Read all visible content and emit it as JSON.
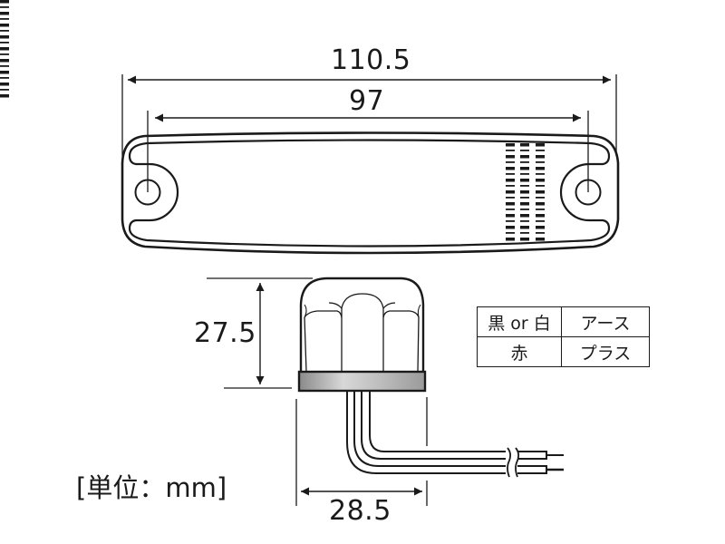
{
  "diagram": {
    "type": "dimension-drawing",
    "subject": "LED marker lamp",
    "dimensions": {
      "overall_width": "110.5",
      "mounting_hole_pitch": "97",
      "height": "27.5",
      "base_width": "28.5"
    },
    "unit_label": "[単位：mm]",
    "wire_table": {
      "rows": [
        {
          "color": "黒 or 白",
          "function": "アース"
        },
        {
          "color": "赤",
          "function": "プラス"
        }
      ]
    },
    "colors": {
      "line": "#1a1a1a",
      "base_gradient_light": "#d8d8d8",
      "base_gradient_dark": "#8a8a8a",
      "background": "#ffffff"
    }
  }
}
